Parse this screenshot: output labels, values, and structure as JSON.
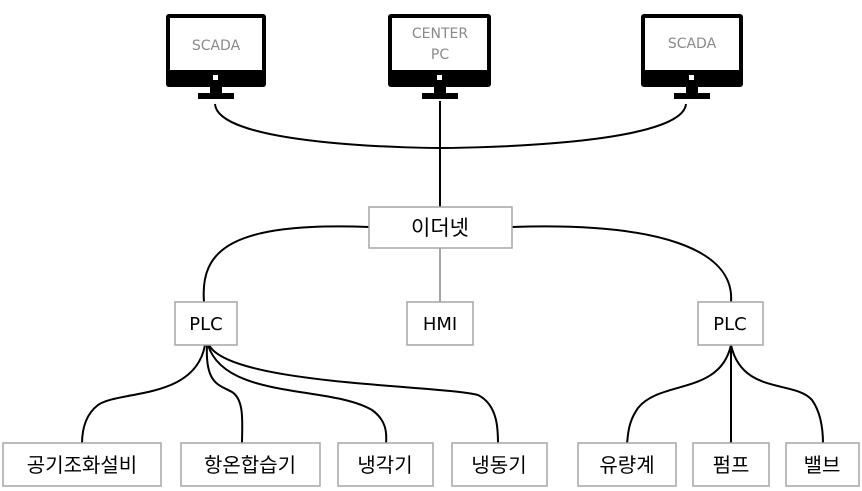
{
  "monitors": {
    "left": {
      "line1": "SCADA",
      "line2": ""
    },
    "center": {
      "line1": "CENTER",
      "line2": "PC"
    },
    "right": {
      "line1": "SCADA",
      "line2": ""
    }
  },
  "network": {
    "hub_label": "이더넷"
  },
  "controllers": {
    "plc_left": "PLC",
    "hmi": "HMI",
    "plc_right": "PLC"
  },
  "devices": {
    "left_group": [
      "공기조화설비",
      "항온합습기",
      "냉각기",
      "냉동기"
    ],
    "right_group": [
      "유량계",
      "펌프",
      "밸브"
    ]
  },
  "colors": {
    "line": "#000000",
    "box_border": "#a6a6a6",
    "monitor_text": "#8a8a8a"
  }
}
